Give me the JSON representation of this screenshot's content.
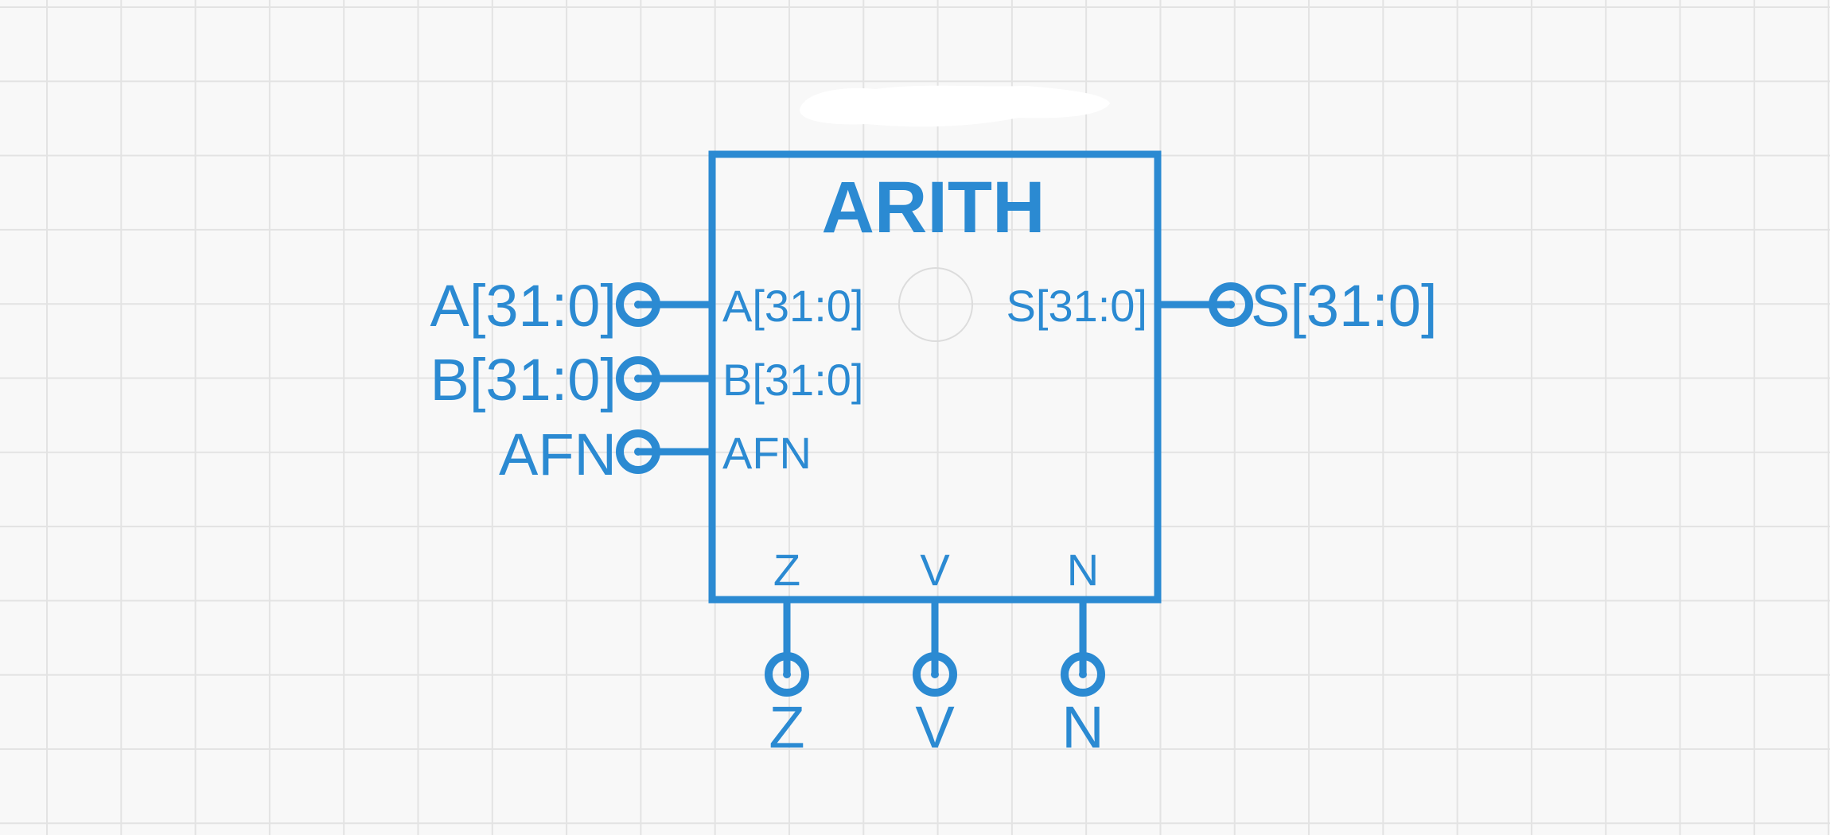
{
  "module": {
    "title": "ARITH"
  },
  "inputs": [
    {
      "external_label": "A[31:0]",
      "internal_label": "A[31:0]"
    },
    {
      "external_label": "B[31:0]",
      "internal_label": "B[31:0]"
    },
    {
      "external_label": "AFN",
      "internal_label": "AFN"
    }
  ],
  "outputs": [
    {
      "external_label": "S[31:0]",
      "internal_label": "S[31:0]"
    }
  ],
  "flags": [
    {
      "external_label": "Z",
      "internal_label": "Z"
    },
    {
      "external_label": "V",
      "internal_label": "V"
    },
    {
      "external_label": "N",
      "internal_label": "N"
    }
  ],
  "colors": {
    "accent": "#2b8ad2",
    "grid": "#e3e3e3",
    "background": "#f8f8f8"
  }
}
